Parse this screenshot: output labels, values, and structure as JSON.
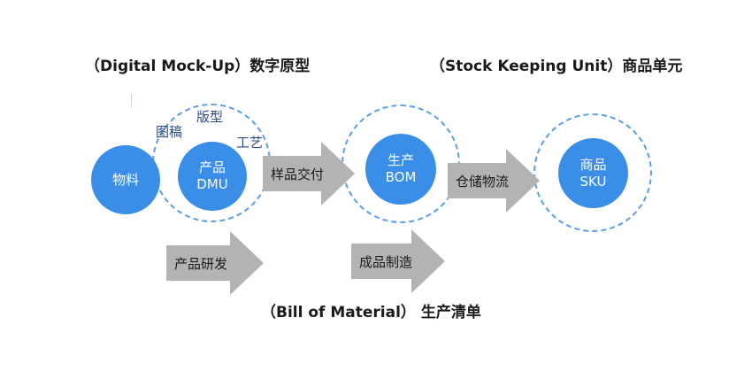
{
  "captions": {
    "dmu": "（Digital Mock-Up）数字原型",
    "sku": "（Stock Keeping Unit）商品单元",
    "bom": "（Bill of Material） 生产清单"
  },
  "labels": {
    "tugao": "图稿",
    "banxing": "版型",
    "gongyi": "工艺"
  },
  "nodes": {
    "material": "物料",
    "dmu": {
      "line1": "产品",
      "line2": "DMU"
    },
    "bom": {
      "line1": "生产",
      "line2": "BOM"
    },
    "sku": {
      "line1": "商品",
      "line2": "SKU"
    }
  },
  "arrows": {
    "sample_delivery": "样品交付",
    "warehouse": "仓储物流",
    "product_rd": "产品研发",
    "manufacturing": "成品制造"
  },
  "colors": {
    "node_fill": "#3b8ee8",
    "ring_dash": "#5a9fe6",
    "arrow_fill": "#b3b3b3",
    "label_blue": "#2c4a8c"
  }
}
